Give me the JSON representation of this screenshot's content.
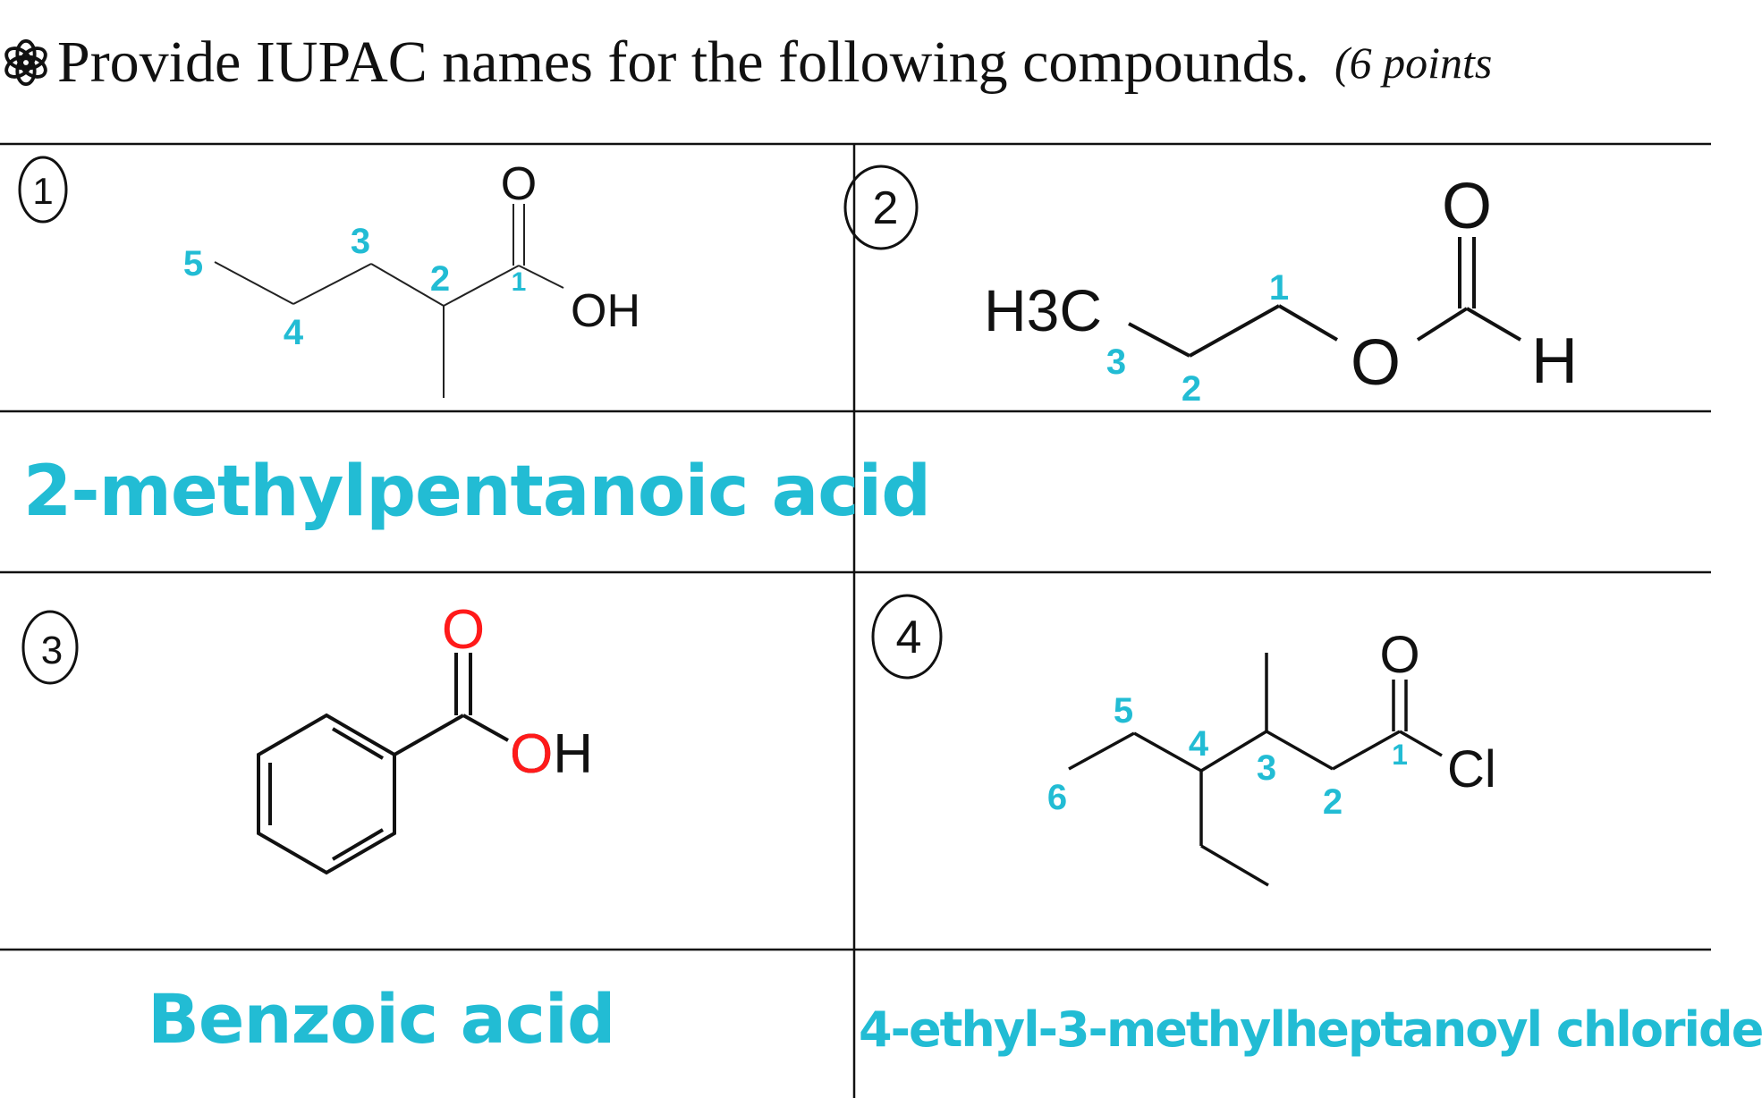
{
  "question": {
    "title": "Provide IUPAC names for the following compounds.",
    "points": "(6 points"
  },
  "compounds": [
    {
      "number": "1",
      "atoms": {
        "o": "O",
        "oh": "OH"
      },
      "carbon_numbers": [
        "5",
        "4",
        "3",
        "2",
        "1"
      ],
      "answer": "2-methylpentanoic  acid"
    },
    {
      "number": "2",
      "atoms": {
        "ch3": "H3C",
        "o_top": "O",
        "o_ring": "O",
        "h": "H"
      },
      "carbon_numbers": [
        "3",
        "2",
        "1"
      ],
      "answer": ""
    },
    {
      "number": "3",
      "atoms": {
        "o": "O",
        "oh": "OH"
      },
      "answer": "Benzoic acid"
    },
    {
      "number": "4",
      "atoms": {
        "o": "O",
        "cl": "Cl"
      },
      "carbon_numbers": [
        "6",
        "5",
        "4",
        "3",
        "2",
        "1"
      ],
      "answer": "4-ethyl-3-methylheptanoyl chloride"
    }
  ],
  "colors": {
    "annotation": "#22bcd4",
    "oxygen_highlight": "#ff1a1a",
    "ink": "#111111"
  }
}
